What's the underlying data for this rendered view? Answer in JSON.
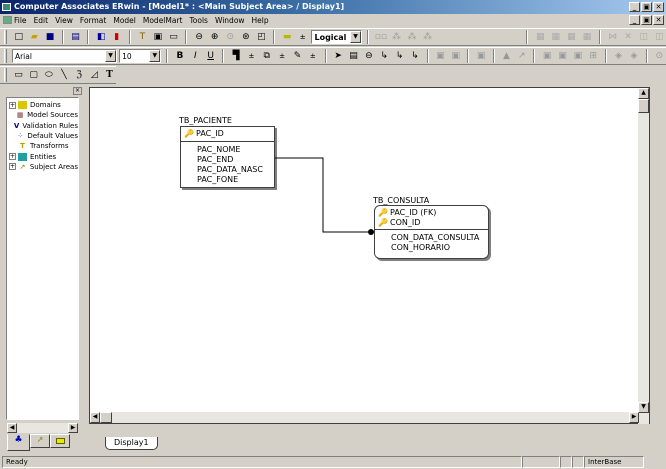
{
  "window": {
    "title": "Computer Associates ERwin - [Model1* : <Main Subject Area> / Display1]",
    "buttons": [
      "_",
      "▣",
      "✕"
    ]
  },
  "menu": {
    "items": [
      "File",
      "Edit",
      "View",
      "Format",
      "Model",
      "ModelMart",
      "Tools",
      "Window",
      "Help"
    ]
  },
  "toolbar1": {
    "view_mode": "Logical"
  },
  "toolbar2": {
    "font": "Arial",
    "size": "10",
    "bold": "B",
    "italic": "I",
    "underline": "U"
  },
  "toolbar3": {
    "text_tool": "T"
  },
  "tree": {
    "items": [
      {
        "label": "Domains",
        "expandable": true,
        "icon": "domains-icon",
        "color": "#c8b800"
      },
      {
        "label": "Model Sources",
        "expandable": false,
        "icon": "model-sources-icon",
        "color": "#804040"
      },
      {
        "label": "Validation Rules",
        "expandable": false,
        "icon": "validation-rules-icon",
        "color": "#000080"
      },
      {
        "label": "Default Values",
        "expandable": false,
        "icon": "default-values-icon",
        "color": "#0000c0"
      },
      {
        "label": "Transforms",
        "expandable": false,
        "icon": "transforms-icon",
        "color": "#b8a000"
      },
      {
        "label": "Entities",
        "expandable": true,
        "icon": "entities-icon",
        "color": "#20a0a0"
      },
      {
        "label": "Subject Areas",
        "expandable": true,
        "icon": "subject-areas-icon",
        "color": "#808000"
      }
    ]
  },
  "entities": [
    {
      "name": "TB_PACIENTE",
      "keys": [
        "PAC_ID"
      ],
      "attributes": [
        "PAC_NOME",
        "PAC_END",
        "PAC_DATA_NASC",
        "PAC_FONE"
      ]
    },
    {
      "name": "TB_CONSULTA",
      "keys": [
        "PAC_ID (FK)",
        "CON_ID"
      ],
      "attributes": [
        "CON_DATA_CONSULTA",
        "CON_HORARIO"
      ]
    }
  ],
  "tabs": {
    "display": "Display1"
  },
  "status": {
    "left": "Ready",
    "db": "InterBase"
  }
}
